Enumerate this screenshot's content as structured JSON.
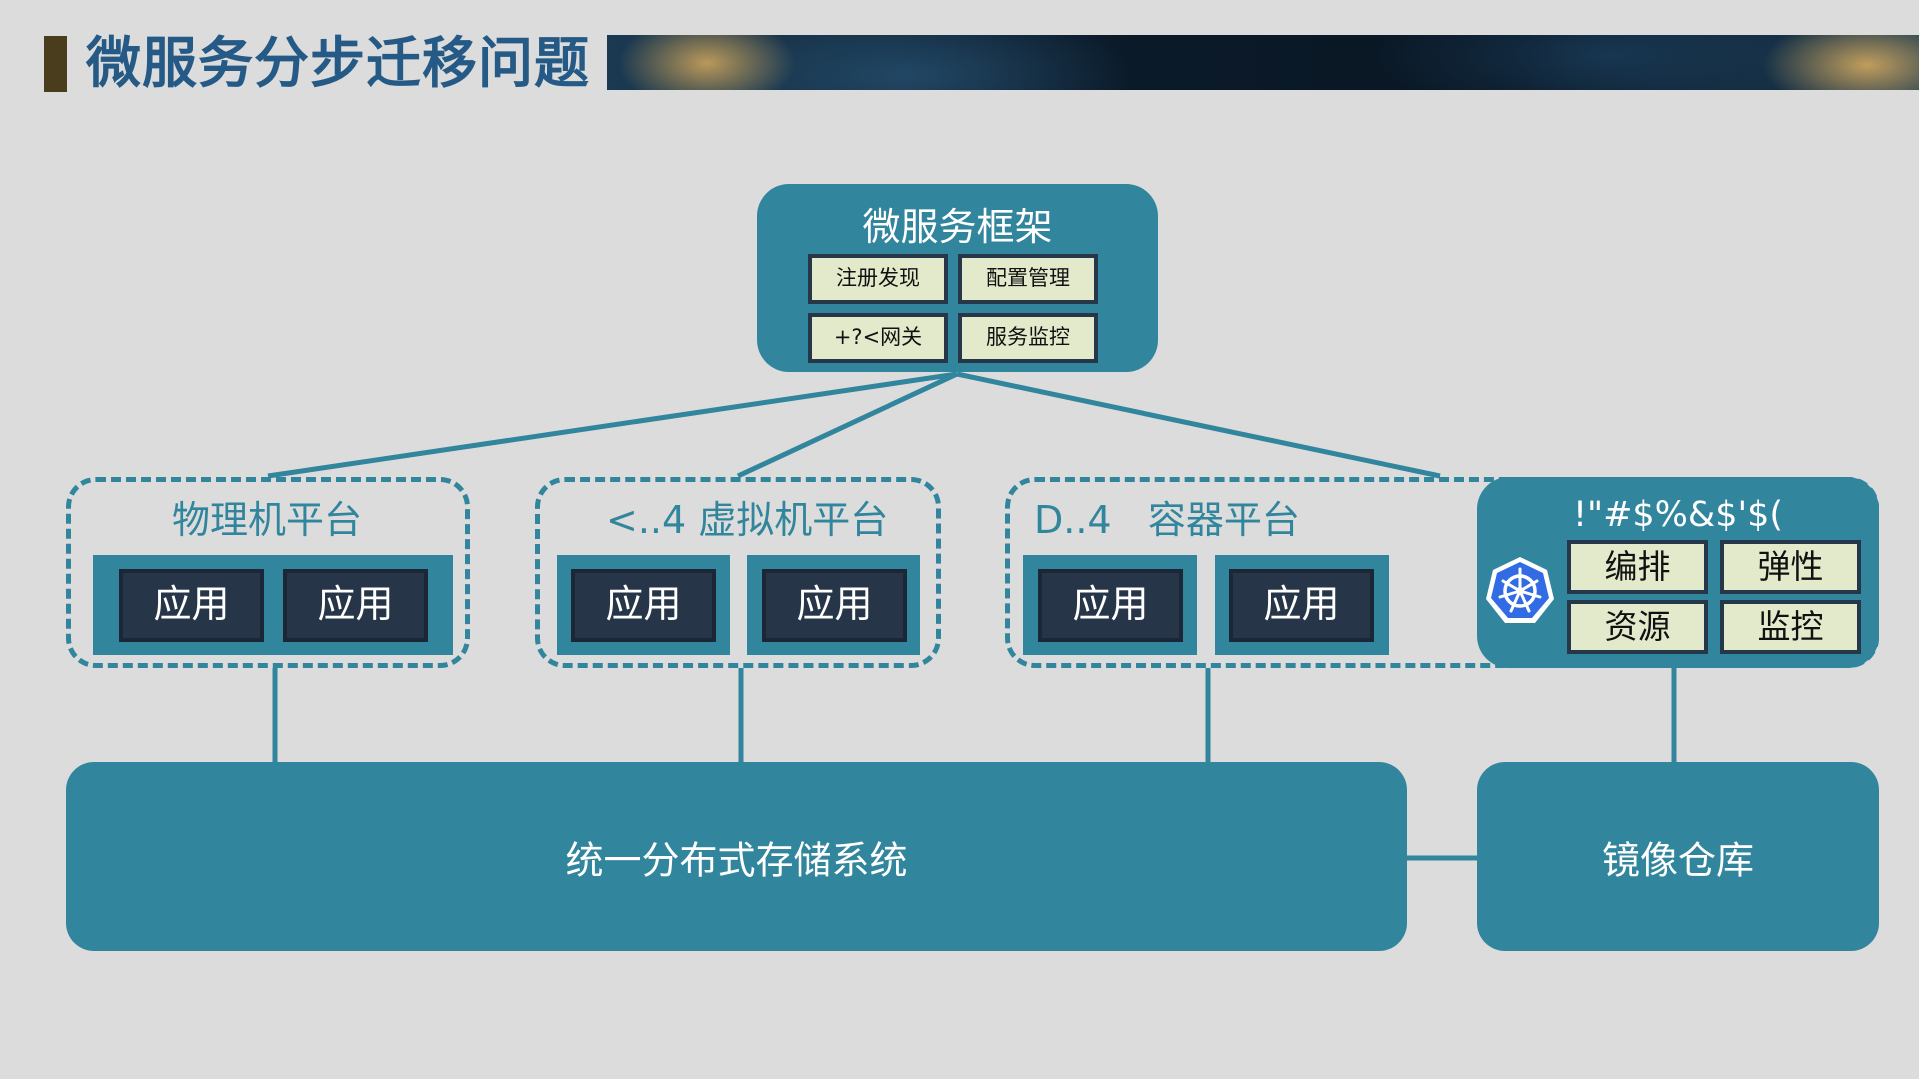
{
  "header": {
    "title": "微服务分步迁移问题"
  },
  "framework": {
    "title": "微服务框架",
    "items": [
      "注册发现",
      "配置管理",
      "+?<网关",
      "服务监控"
    ]
  },
  "platforms": [
    {
      "label": "物理机平台",
      "apps": [
        "应用",
        "应用"
      ]
    },
    {
      "label": "<..4 虚拟机平台",
      "apps": [
        "应用",
        "应用"
      ]
    },
    {
      "label": "D..4   容器平台",
      "apps": [
        "应用",
        "应用"
      ]
    }
  ],
  "k8s": {
    "title": "!\"#$%&$'$(",
    "icon": "kubernetes-helm-icon",
    "items": [
      "编排",
      "弹性",
      "资源",
      "监控"
    ]
  },
  "storage": {
    "label": "统一分布式存储系统"
  },
  "registry": {
    "label": "镜像仓库"
  },
  "colors": {
    "accent": "#31859c",
    "dark": "#263648",
    "chip": "#e3eacb",
    "title": "#245a85"
  }
}
